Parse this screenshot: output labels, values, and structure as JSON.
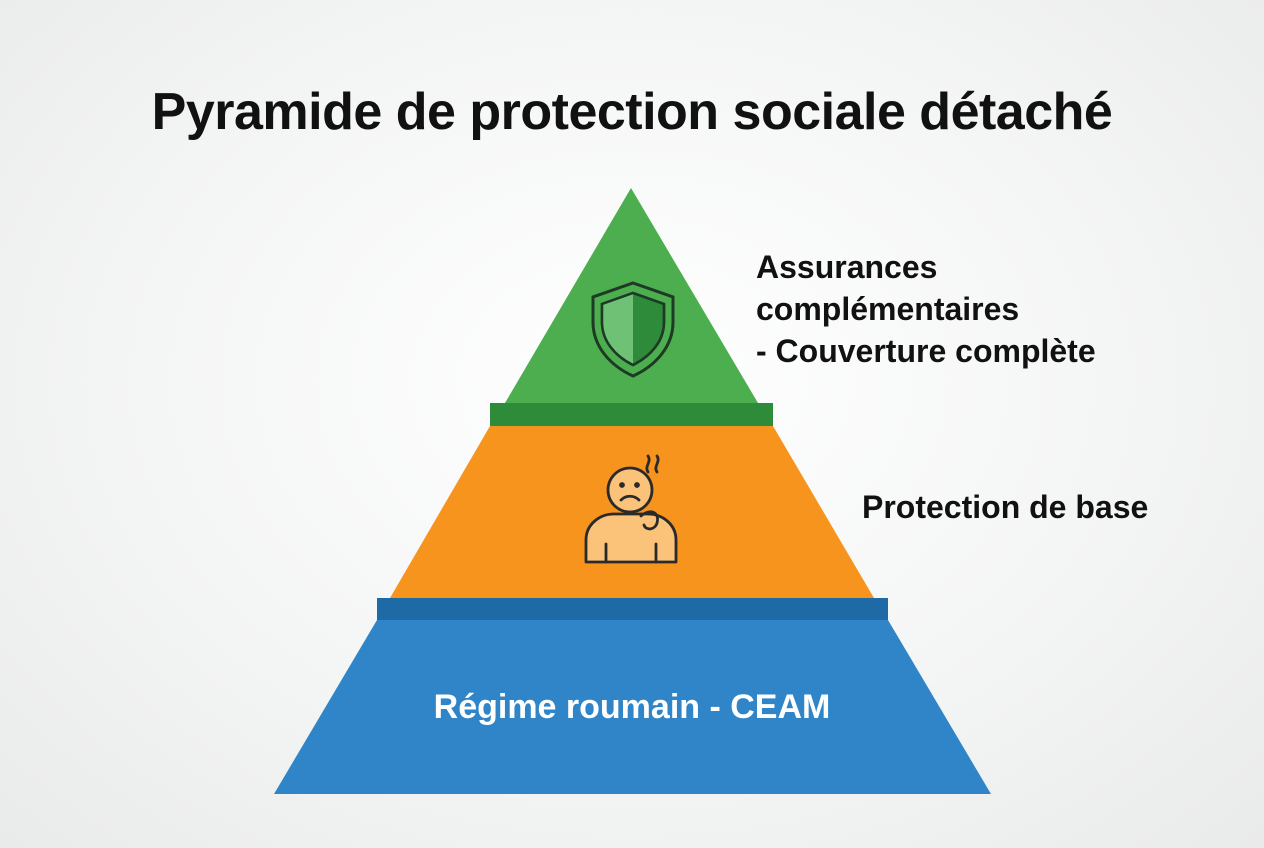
{
  "title": "Pyramide de protection sociale détaché",
  "tiers": [
    {
      "label_lines": [
        "Assurances",
        "complémentaires",
        "- Couverture complète"
      ],
      "color": "#4cae4f",
      "shade": "#2e8b3a",
      "icon": "shield-icon"
    },
    {
      "label": "Protection de base",
      "color": "#f7941d",
      "shade": "#2e8b3a",
      "icon": "sick-person-icon"
    },
    {
      "label": "Régime roumain - CEAM",
      "color": "#2f85c8",
      "shade": "#1e6aa6",
      "icon": ""
    }
  ]
}
